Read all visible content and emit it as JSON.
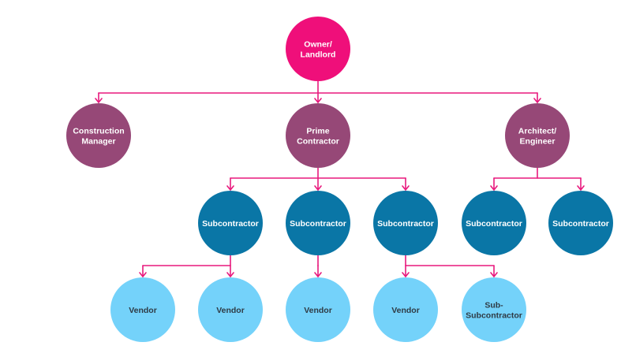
{
  "colors": {
    "connector": "#e8197d",
    "owner": "#ef0f7a",
    "tier1": "#964877",
    "subcontractor": "#0a76a6",
    "vendor": "#74d2fa",
    "light_text": "#ffffff",
    "dark_text": "#2f3b45"
  },
  "nodes": [
    {
      "id": "owner",
      "lines": [
        "Owner/",
        "Landlord"
      ],
      "tier": "owner"
    },
    {
      "id": "construction-manager",
      "lines": [
        "Construction",
        "Manager"
      ],
      "tier": "tier1"
    },
    {
      "id": "prime-contractor",
      "lines": [
        "Prime",
        "Contractor"
      ],
      "tier": "tier1"
    },
    {
      "id": "architect-engineer",
      "lines": [
        "Architect/",
        "Engineer"
      ],
      "tier": "tier1"
    },
    {
      "id": "subcontractor-1",
      "lines": [
        "Subcontractor"
      ],
      "tier": "subcontractor"
    },
    {
      "id": "subcontractor-2",
      "lines": [
        "Subcontractor"
      ],
      "tier": "subcontractor"
    },
    {
      "id": "subcontractor-3",
      "lines": [
        "Subcontractor"
      ],
      "tier": "subcontractor"
    },
    {
      "id": "subcontractor-4",
      "lines": [
        "Subcontractor"
      ],
      "tier": "subcontractor"
    },
    {
      "id": "subcontractor-5",
      "lines": [
        "Subcontractor"
      ],
      "tier": "subcontractor"
    },
    {
      "id": "vendor-1",
      "lines": [
        "Vendor"
      ],
      "tier": "vendor"
    },
    {
      "id": "vendor-2",
      "lines": [
        "Vendor"
      ],
      "tier": "vendor"
    },
    {
      "id": "vendor-3",
      "lines": [
        "Vendor"
      ],
      "tier": "vendor"
    },
    {
      "id": "vendor-4",
      "lines": [
        "Vendor"
      ],
      "tier": "vendor"
    },
    {
      "id": "sub-subcontractor",
      "lines": [
        "Sub-",
        "Subcontractor"
      ],
      "tier": "vendor"
    }
  ],
  "edges": [
    {
      "from": "owner",
      "to": [
        "construction-manager",
        "prime-contractor",
        "architect-engineer"
      ]
    },
    {
      "from": "prime-contractor",
      "to": [
        "subcontractor-1",
        "subcontractor-2",
        "subcontractor-3"
      ]
    },
    {
      "from": "architect-engineer",
      "to": [
        "subcontractor-4",
        "subcontractor-5"
      ]
    },
    {
      "from": "subcontractor-1",
      "to": [
        "vendor-1",
        "vendor-2"
      ]
    },
    {
      "from": "subcontractor-2",
      "to": [
        "vendor-3"
      ]
    },
    {
      "from": "subcontractor-3",
      "to": [
        "vendor-4",
        "sub-subcontractor"
      ]
    }
  ]
}
